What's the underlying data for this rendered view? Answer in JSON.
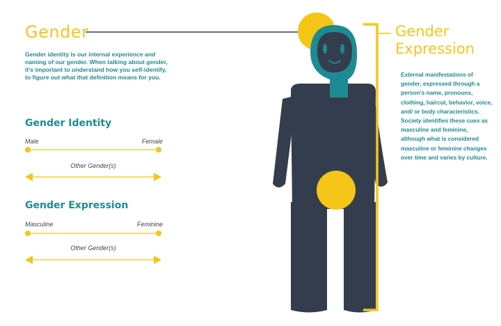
{
  "gender": {
    "title": "Gender",
    "description": "Gender identity is our internal experience and naming of our gender. When talking about gender, it's important to understand how you self-identify, to figure out what that definition means for you."
  },
  "identity": {
    "title": "Gender Identity",
    "left_label": "Male",
    "right_label": "Female",
    "other_label": "Other Gender(s)"
  },
  "expression_scale": {
    "title": "Gender Expression",
    "left_label": "Masculine",
    "right_label": "Feminine",
    "other_label": "Other Gender(s)"
  },
  "expression": {
    "title_line1": "Gender",
    "title_line2": "Expression",
    "description": "External manifestations of gender, expressed through a person's name, pronouns, clothing, haircut, behavior, voice, and/ or body characteristics. Society identifies these cues as masculine and feminine, although what is considered masculine or feminine changes over time and varies by culture."
  },
  "colors": {
    "yellow": "#f5c518",
    "teal": "#1d8b92",
    "navy": "#333d4d"
  }
}
